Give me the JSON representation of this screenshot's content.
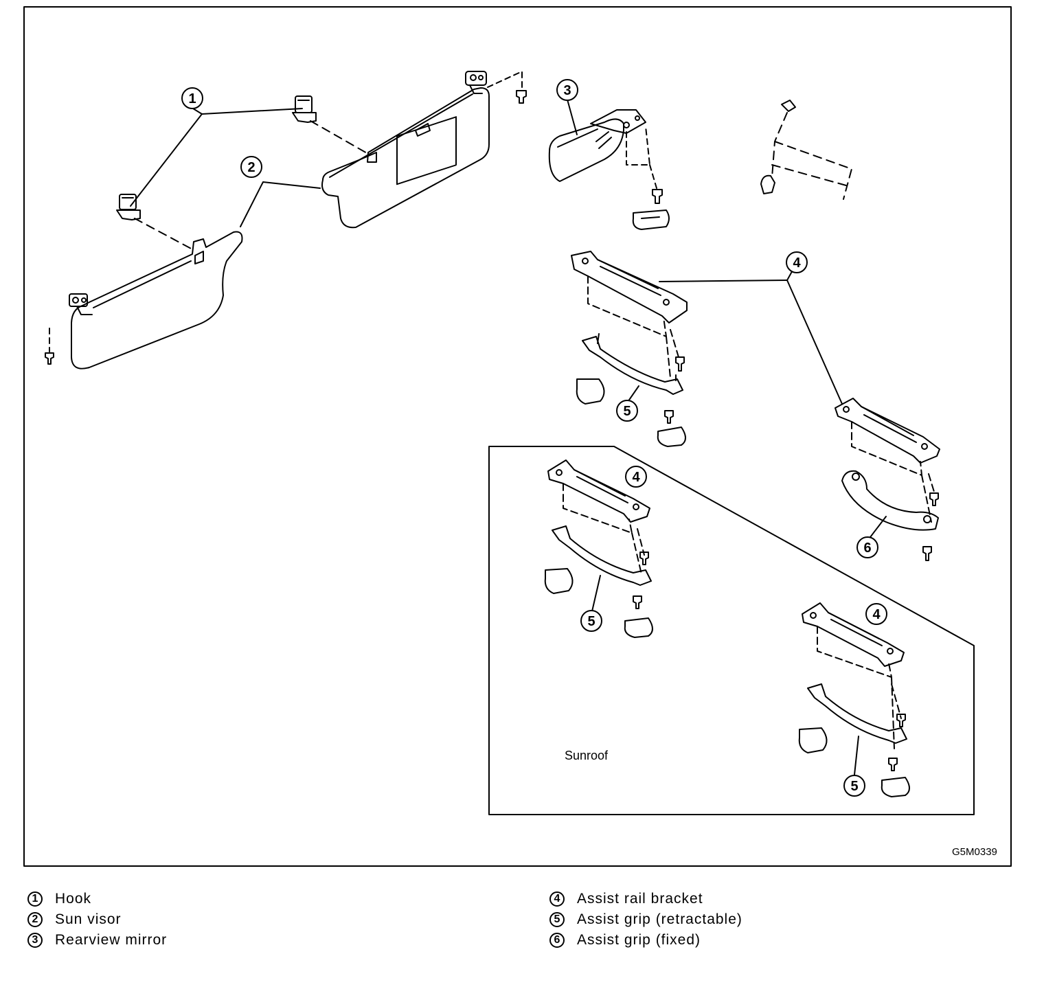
{
  "diagram": {
    "code": "G5M0339",
    "sunroof_label": "Sunroof",
    "callouts": [
      "1",
      "2",
      "3",
      "4",
      "4",
      "4",
      "5",
      "5",
      "5",
      "6"
    ]
  },
  "legend": {
    "left": [
      {
        "num": "1",
        "text": "Hook"
      },
      {
        "num": "2",
        "text": "Sun visor"
      },
      {
        "num": "3",
        "text": "Rearview mirror"
      }
    ],
    "right": [
      {
        "num": "4",
        "text": "Assist rail bracket"
      },
      {
        "num": "5",
        "text": "Assist grip (retractable)"
      },
      {
        "num": "6",
        "text": "Assist grip (fixed)"
      }
    ]
  }
}
